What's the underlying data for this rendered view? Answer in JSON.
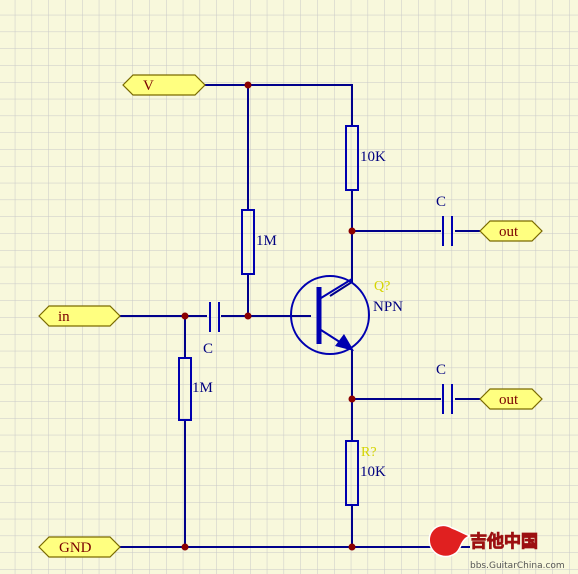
{
  "ports": {
    "v": "V",
    "in": "in",
    "gnd": "GND",
    "out_top": "out",
    "out_bottom": "out"
  },
  "components": {
    "r_bias_top": "1M",
    "r_bias_bottom": "1M",
    "r_collector": "10K",
    "r_emitter": "10K",
    "r_emitter_designator": "R?",
    "c_input": "C",
    "c_out_top": "C",
    "c_out_bottom": "C",
    "q_designator": "Q?",
    "q_type": "NPN"
  },
  "watermark": {
    "logo_text": "吉他中国",
    "url": "bbs.GuitarChina.com"
  },
  "colors": {
    "background": "#f8f8dc",
    "grid": "#c8c8c8",
    "wire": "#00008b",
    "junction": "#8b0000",
    "port_fill": "#ffff80",
    "designator": "#d4d400"
  }
}
